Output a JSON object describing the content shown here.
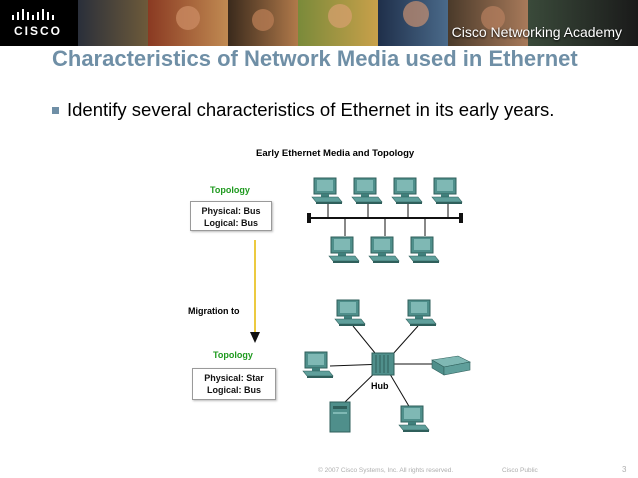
{
  "banner": {
    "logo_text": "CISCO",
    "academy_title": "Cisco Networking Academy"
  },
  "slide": {
    "title": "Characteristics of Network Media used in Ethernet",
    "bullet": "Identify several characteristics of Ethernet in its early years."
  },
  "diagram": {
    "title": "Early Ethernet Media and Topology",
    "bus": {
      "label": "Topology",
      "physical": "Physical: Bus",
      "logical": "Logical: Bus"
    },
    "migration": "Migration to",
    "star": {
      "label": "Topology",
      "physical": "Physical: Star",
      "logical": "Logical: Bus"
    },
    "hub_label": "Hub",
    "colors": {
      "device": "#4f8f8b",
      "topology_label": "#1f9a1f",
      "arrow": "#e6b800"
    }
  },
  "footer": {
    "copyright": "© 2007 Cisco Systems, Inc. All rights reserved.",
    "classification": "Cisco Public",
    "page": "3"
  }
}
